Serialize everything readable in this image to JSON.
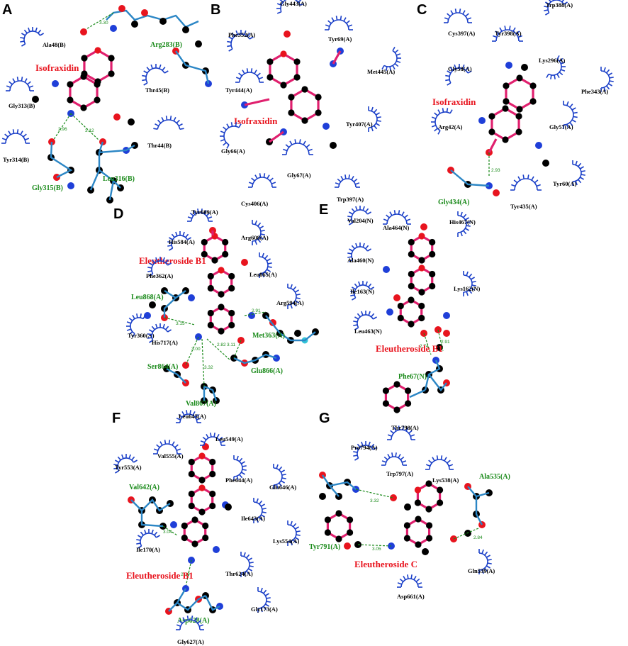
{
  "panels": [
    {
      "id": "A",
      "letter": "A",
      "ligand": "Isofraxidin",
      "hbond_residues": [
        "Arg283(B)",
        "Leu316(B)",
        "Gly315(B)"
      ],
      "hydrophobic_residues": [
        "Ala48(B)",
        "Gly313(B)",
        "Thr45(B)",
        "Thr44(B)",
        "Tyr314(B)"
      ],
      "distances": [
        "3.30",
        "2.96",
        "3.12"
      ]
    },
    {
      "id": "B",
      "letter": "B",
      "ligand": "Isofraxidin",
      "hbond_residues": [],
      "hydrophobic_residues": [
        "Gly443(A)",
        "Phe352(A)",
        "Tyr69(A)",
        "Met445(A)",
        "Tyr444(A)",
        "Tyr407(A)",
        "Gly66(A)",
        "Gly67(A)",
        "Cys406(A)",
        "Trp397(A)"
      ],
      "distances": []
    },
    {
      "id": "C",
      "letter": "C",
      "ligand": "Isofraxidin",
      "hbond_residues": [
        "Gly434(A)"
      ],
      "hydrophobic_residues": [
        "Cys397(A)",
        "Trp388(A)",
        "Tyr398(A)",
        "Lys296(A)",
        "Gly58(A)",
        "Phe343(A)",
        "Arg42(A)",
        "Gly57(A)",
        "Tyr60(A)",
        "Tyr435(A)"
      ],
      "distances": [
        "2.93"
      ]
    },
    {
      "id": "D",
      "letter": "D",
      "ligand": "Eleutheroside B1",
      "hbond_residues": [
        "Leu868(A)",
        "Met363(A)",
        "Ser864(A)",
        "Glu866(A)",
        "Val867(A)"
      ],
      "hydrophobic_residues": [
        "Tyr609(A)",
        "His584(A)",
        "Arg608(A)",
        "Phe362(A)",
        "Leu865(A)",
        "Arg594(A)",
        "Tyr360(A)",
        "His717(A)"
      ],
      "distances": [
        "2.91",
        "3.15",
        "3.00",
        "3.32",
        "2.82",
        "3.11"
      ]
    },
    {
      "id": "E",
      "letter": "E",
      "ligand": "Eleutheroside B1",
      "hbond_residues": [
        "Phe67(N)"
      ],
      "hydrophobic_residues": [
        "Val204(N)",
        "Ala464(N)",
        "His467(N)",
        "Ala460(N)",
        "Ile163(N)",
        "Lys162(N)",
        "Leu463(N)"
      ],
      "distances": [
        "2.74",
        "2.91"
      ]
    },
    {
      "id": "F",
      "letter": "F",
      "ligand": "Eleutheroside B1",
      "hbond_residues": [
        "Val642(A)",
        "Asp628(A)"
      ],
      "hydrophobic_residues": [
        "Leu645(A)",
        "Leu549(A)",
        "Val555(A)",
        "Tyr553(A)",
        "Phe644(A)",
        "Glu646(A)",
        "Ile643(A)",
        "Lys554(A)",
        "Ile170(A)",
        "Thr624(A)",
        "Gly173(A)",
        "Gly627(A)"
      ],
      "distances": [
        "3.04",
        "2.79"
      ]
    },
    {
      "id": "G",
      "letter": "G",
      "ligand": "Eleutheroside C",
      "hbond_residues": [
        "Ala535(A)",
        "Tyr791(A)"
      ],
      "hydrophobic_residues": [
        "Thr798(A)",
        "Pro794(A)",
        "Trp797(A)",
        "Lys538(A)",
        "Gln539(A)",
        "Asp661(A)"
      ],
      "distances": [
        "3.32",
        "3.05",
        "2.84"
      ]
    }
  ],
  "colors": {
    "ligand_bond": "#e0206e",
    "residue_bond": "#2b86c5",
    "hbond": "#1a8a1a",
    "hydrophobic_arc": "#1a3fc8",
    "carbon": "#000000",
    "oxygen": "#e8141e",
    "nitrogen": "#1f3fd8",
    "ligand_label": "#e8141e"
  }
}
